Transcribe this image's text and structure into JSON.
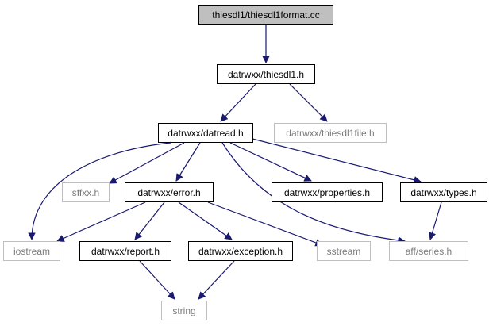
{
  "diagram": {
    "nodes": [
      {
        "id": "root",
        "label": "thiesdl1/thiesdl1format.cc",
        "kind": "root"
      },
      {
        "id": "thiesdl1h",
        "label": "datrwxx/thiesdl1.h",
        "kind": "local"
      },
      {
        "id": "datread",
        "label": "datrwxx/datread.h",
        "kind": "local"
      },
      {
        "id": "thiesdl1file",
        "label": "datrwxx/thiesdl1file.h",
        "kind": "external"
      },
      {
        "id": "sffxx",
        "label": "sffxx.h",
        "kind": "external"
      },
      {
        "id": "error",
        "label": "datrwxx/error.h",
        "kind": "local"
      },
      {
        "id": "properties",
        "label": "datrwxx/properties.h",
        "kind": "local"
      },
      {
        "id": "types",
        "label": "datrwxx/types.h",
        "kind": "local"
      },
      {
        "id": "iostream",
        "label": "iostream",
        "kind": "external"
      },
      {
        "id": "report",
        "label": "datrwxx/report.h",
        "kind": "local"
      },
      {
        "id": "exception",
        "label": "datrwxx/exception.h",
        "kind": "local"
      },
      {
        "id": "sstream",
        "label": "sstream",
        "kind": "external"
      },
      {
        "id": "series",
        "label": "aff/series.h",
        "kind": "external"
      },
      {
        "id": "string",
        "label": "string",
        "kind": "external"
      }
    ],
    "edges": [
      [
        "root",
        "thiesdl1h"
      ],
      [
        "thiesdl1h",
        "datread"
      ],
      [
        "thiesdl1h",
        "thiesdl1file"
      ],
      [
        "datread",
        "iostream"
      ],
      [
        "datread",
        "sffxx"
      ],
      [
        "datread",
        "error"
      ],
      [
        "datread",
        "series"
      ],
      [
        "datread",
        "properties"
      ],
      [
        "datread",
        "types"
      ],
      [
        "error",
        "iostream"
      ],
      [
        "error",
        "report"
      ],
      [
        "error",
        "exception"
      ],
      [
        "error",
        "sstream"
      ],
      [
        "types",
        "series"
      ],
      [
        "report",
        "string"
      ],
      [
        "exception",
        "string"
      ]
    ],
    "colors": {
      "edge": "#191970",
      "root_fill": "#bfbfbf",
      "local_border": "#000000",
      "external_border": "#bfbfbf",
      "external_text": "#7a7a7a"
    }
  }
}
